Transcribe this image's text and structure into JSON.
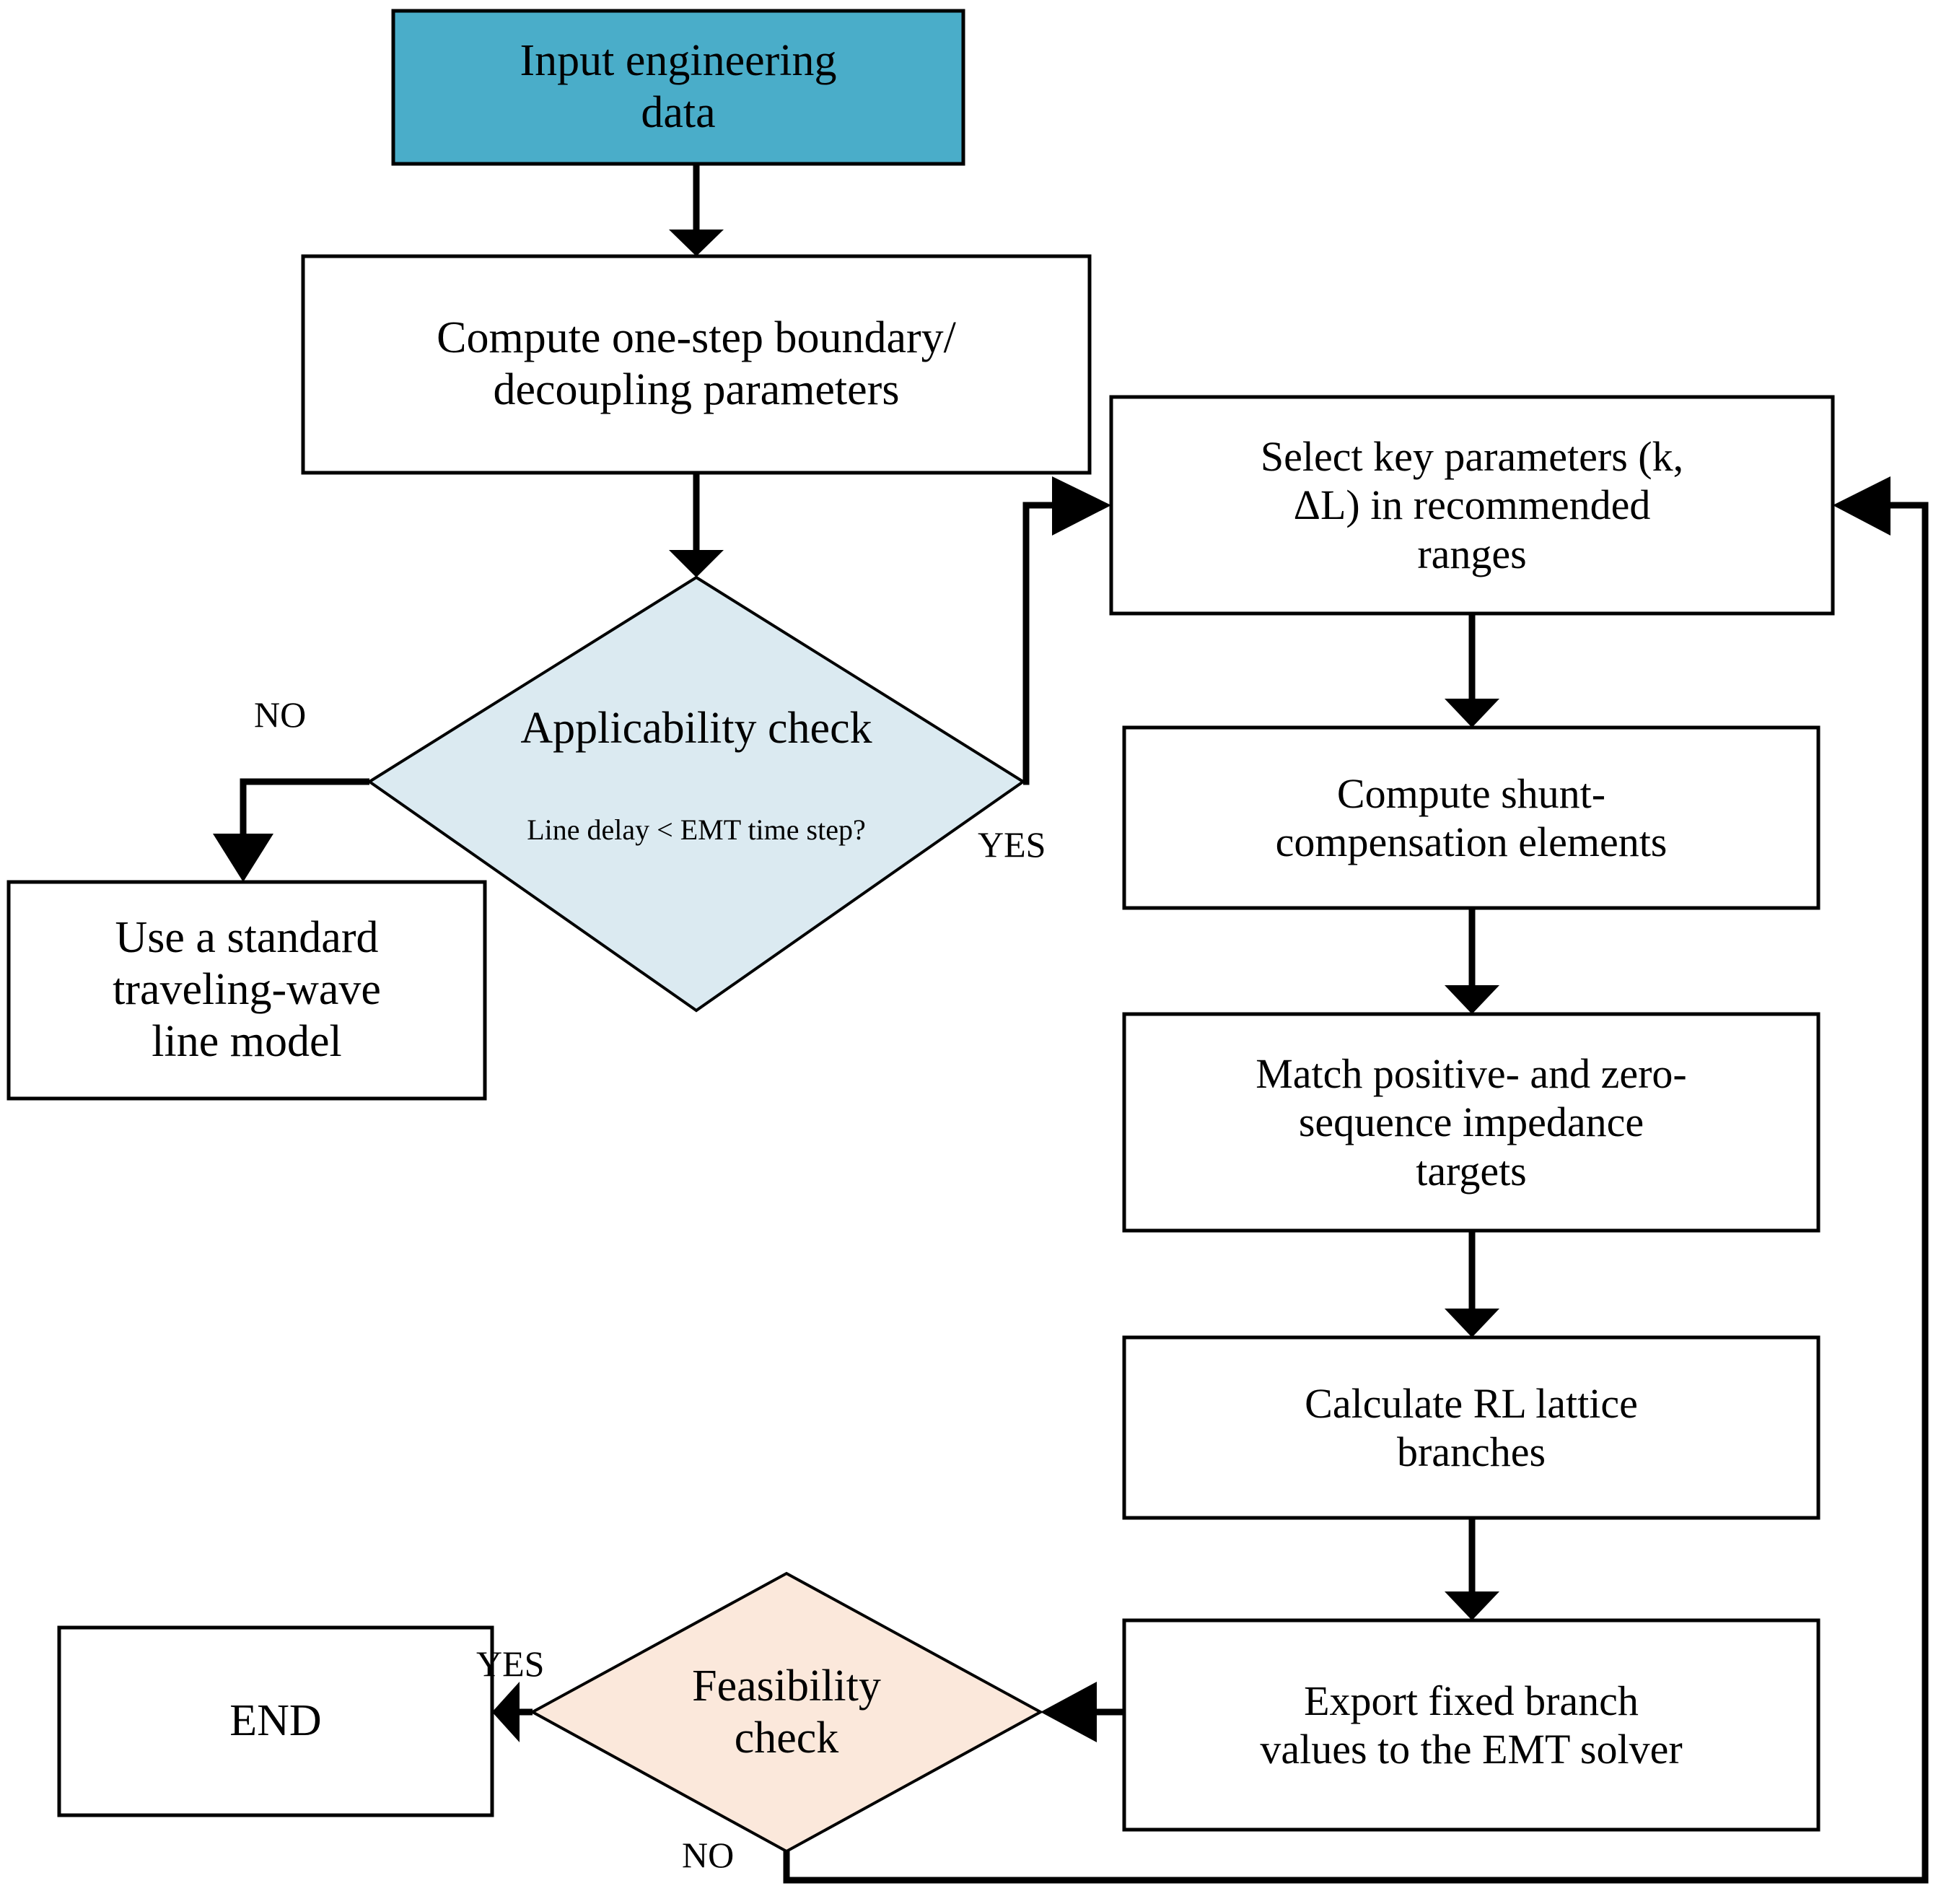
{
  "diagram": {
    "title": "EMT line-model parameterization flowchart",
    "colors": {
      "start_fill": "#4AADC9",
      "decision_applicability_fill": "#DBEAF1",
      "decision_feasibility_fill": "#FBE8DB",
      "node_fill": "#FFFFFF",
      "stroke": "#000000",
      "background": "#FFFFFF"
    },
    "nodes": [
      {
        "id": "input-engineering-data",
        "type": "process-start",
        "label": "Input engineering\ndata"
      },
      {
        "id": "compute-boundary-parameters",
        "type": "process",
        "label": "Compute one-step boundary/\ndecoupling parameters"
      },
      {
        "id": "applicability-check",
        "type": "decision",
        "label": "Applicability check",
        "sublabel": "Line delay < EMT time step?"
      },
      {
        "id": "use-traveling-wave-model",
        "type": "process",
        "label": "Use a standard\ntraveling-wave\nline model"
      },
      {
        "id": "select-key-parameters",
        "type": "process",
        "label": "Select key parameters (k,\nΔL) in recommended\nranges"
      },
      {
        "id": "compute-shunt-compensation",
        "type": "process",
        "label": "Compute shunt-\ncompensation elements"
      },
      {
        "id": "match-impedance-targets",
        "type": "process",
        "label": "Match positive- and zero-\nsequence impedance\ntargets"
      },
      {
        "id": "calculate-rl-lattice",
        "type": "process",
        "label": "Calculate RL lattice\nbranches"
      },
      {
        "id": "export-branch-values",
        "type": "process",
        "label": "Export fixed branch\nvalues to the EMT solver"
      },
      {
        "id": "feasibility-check",
        "type": "decision",
        "label": "Feasibility\ncheck"
      },
      {
        "id": "end",
        "type": "terminator",
        "label": "END"
      }
    ],
    "edge_labels": {
      "applicability_no": "NO",
      "applicability_yes": "YES",
      "feasibility_yes": "YES",
      "feasibility_no": "NO"
    },
    "edges": [
      {
        "from": "input-engineering-data",
        "to": "compute-boundary-parameters",
        "label": ""
      },
      {
        "from": "compute-boundary-parameters",
        "to": "applicability-check",
        "label": ""
      },
      {
        "from": "applicability-check",
        "to": "use-traveling-wave-model",
        "label": "NO"
      },
      {
        "from": "applicability-check",
        "to": "select-key-parameters",
        "label": "YES"
      },
      {
        "from": "select-key-parameters",
        "to": "compute-shunt-compensation",
        "label": ""
      },
      {
        "from": "compute-shunt-compensation",
        "to": "match-impedance-targets",
        "label": ""
      },
      {
        "from": "match-impedance-targets",
        "to": "calculate-rl-lattice",
        "label": ""
      },
      {
        "from": "calculate-rl-lattice",
        "to": "export-branch-values",
        "label": ""
      },
      {
        "from": "export-branch-values",
        "to": "feasibility-check",
        "label": ""
      },
      {
        "from": "feasibility-check",
        "to": "end",
        "label": "YES"
      },
      {
        "from": "feasibility-check",
        "to": "select-key-parameters",
        "label": "NO"
      }
    ]
  }
}
